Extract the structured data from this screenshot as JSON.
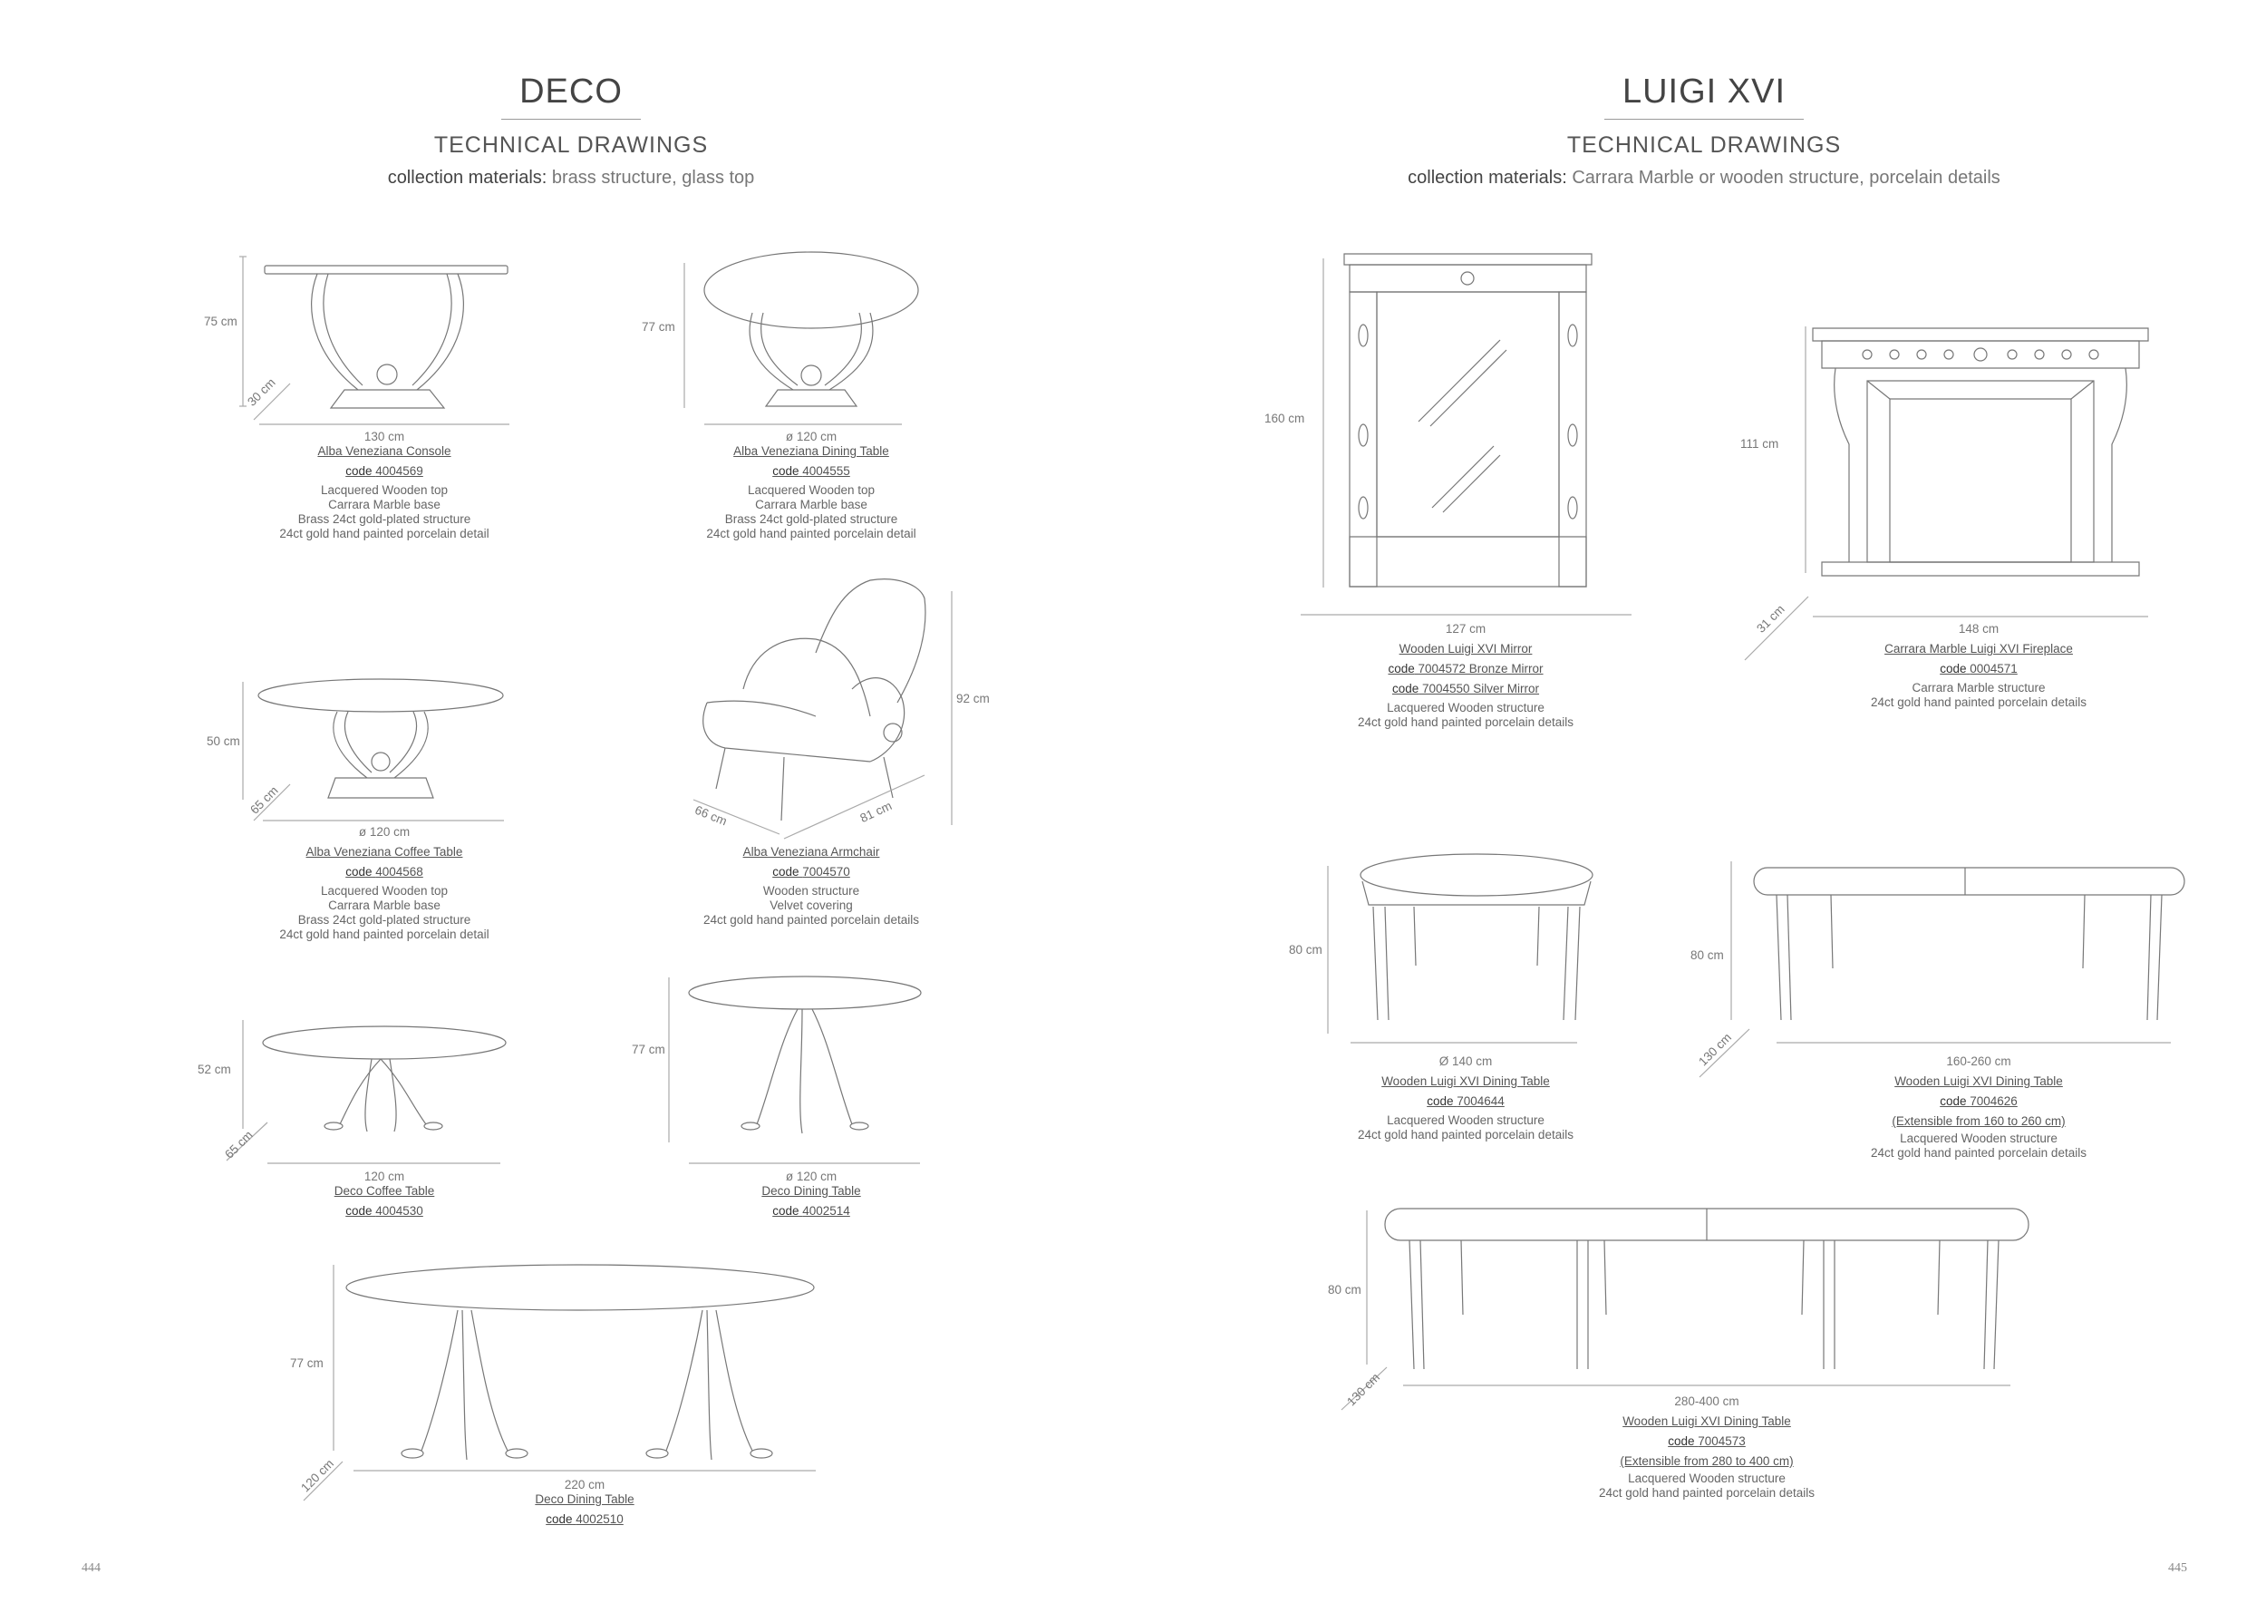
{
  "left": {
    "title": "DECO",
    "subtitle": "TECHNICAL DRAWINGS",
    "materials_label": "collection materials:",
    "materials_value": "brass structure, glass top",
    "page_number": "444"
  },
  "right": {
    "title": "LUIGI XVI",
    "subtitle": "TECHNICAL DRAWINGS",
    "materials_label": "collection materials:",
    "materials_value": "Carrara Marble or wooden structure, porcelain details",
    "page_number": "445"
  },
  "products": {
    "console": {
      "width": "130 cm",
      "height": "75 cm",
      "depth": "30 cm",
      "name": "Alba Veneziana Console",
      "code_label": "code",
      "code": "4004569",
      "details": [
        "Lacquered Wooden top",
        "Carrara Marble base",
        "Brass 24ct gold-plated structure",
        "24ct gold hand painted porcelain detail"
      ]
    },
    "alba_dining": {
      "width": "ø 120 cm",
      "height": "77 cm",
      "name": "Alba Veneziana Dining Table",
      "code_label": "code",
      "code": "4004555",
      "details": [
        "Lacquered Wooden top",
        "Carrara Marble base",
        "Brass 24ct gold-plated structure",
        "24ct gold hand painted porcelain detail"
      ]
    },
    "alba_coffee": {
      "width": "ø 120 cm",
      "height": "50 cm",
      "depth": "65 cm",
      "name": "Alba Veneziana Coffee Table",
      "code_label": "code",
      "code": "4004568",
      "details": [
        "Lacquered Wooden top",
        "Carrara Marble base",
        "Brass 24ct gold-plated structure",
        "24ct gold hand painted porcelain detail"
      ]
    },
    "armchair": {
      "width": "81 cm",
      "height": "92 cm",
      "depth": "66 cm",
      "name": "Alba Veneziana Armchair",
      "code_label": "code",
      "code": "7004570",
      "details": [
        "Wooden structure",
        "Velvet covering",
        "24ct gold hand painted porcelain details"
      ]
    },
    "deco_coffee": {
      "width": "120 cm",
      "height": "52 cm",
      "depth": "65 cm",
      "name": "Deco Coffee Table",
      "code_label": "code",
      "code": "4004530"
    },
    "deco_dining": {
      "width": "ø 120 cm",
      "height": "77 cm",
      "name": "Deco Dining Table",
      "code_label": "code",
      "code": "4002514"
    },
    "deco_dining_oval": {
      "width": "220 cm",
      "height": "77 cm",
      "depth": "120 cm",
      "name": "Deco Dining Table",
      "code_label": "code",
      "code": "4002510"
    },
    "mirror": {
      "width": "127 cm",
      "height": "160 cm",
      "name": "Wooden Luigi XVI Mirror",
      "code_label": "code",
      "code_lines": [
        "7004572 Bronze Mirror",
        "7004550 Silver Mirror"
      ],
      "details": [
        "Lacquered Wooden structure",
        "24ct gold hand painted porcelain details"
      ]
    },
    "fireplace": {
      "width": "148 cm",
      "height": "111 cm",
      "depth": "31 cm",
      "name": "Carrara Marble Luigi XVI Fireplace",
      "code_label": "code",
      "code": "0004571",
      "details": [
        "Carrara Marble structure",
        "24ct gold hand painted porcelain details"
      ]
    },
    "luigi_round": {
      "width": "Ø 140 cm",
      "height": "80 cm",
      "name": "Wooden Luigi XVI Dining Table",
      "code_label": "code",
      "code": "7004644",
      "details": [
        "Lacquered Wooden structure",
        "24ct gold hand painted porcelain details"
      ]
    },
    "luigi_ext1": {
      "width": "160-260 cm",
      "height": "80 cm",
      "depth": "130 cm",
      "name": "Wooden Luigi XVI Dining Table",
      "code_label": "code",
      "code": "7004626",
      "extensible": "(Extensible from 160 to 260 cm)",
      "details": [
        "Lacquered Wooden structure",
        "24ct gold hand painted porcelain details"
      ]
    },
    "luigi_ext2": {
      "width": "280-400 cm",
      "height": "80 cm",
      "depth": "130 cm",
      "name": "Wooden Luigi XVI Dining Table",
      "code_label": "code",
      "code": "7004573",
      "extensible": "(Extensible from 280 to 400 cm)",
      "details": [
        "Lacquered Wooden structure",
        "24ct gold hand painted porcelain details"
      ]
    }
  }
}
